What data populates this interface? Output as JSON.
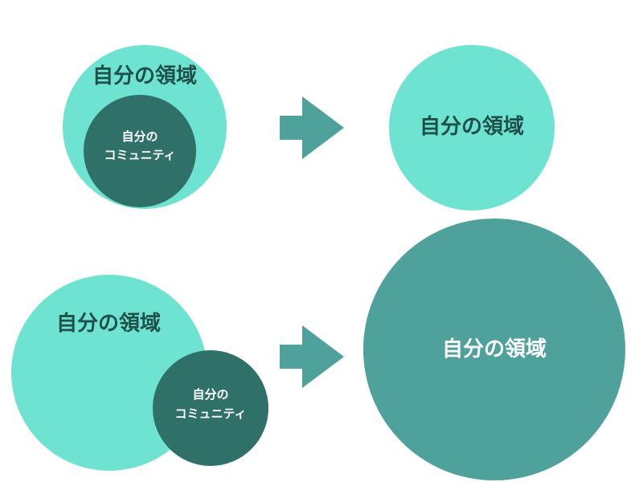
{
  "colors": {
    "light_circle": "#6fe3d1",
    "dark_circle": "#2f7068",
    "mid_circle": "#4ea29b",
    "arrow": "#4ea29b",
    "dark_text": "#1f4f4a",
    "white_text": "#ffffff"
  },
  "top_row": {
    "outer_label": "自分の領域",
    "inner_label_line1": "自分の",
    "inner_label_line2": "コミュニティ",
    "result_label": "自分の領域"
  },
  "bottom_row": {
    "outer_label": "自分の領域",
    "inner_label_line1": "自分の",
    "inner_label_line2": "コミュニティ",
    "result_label": "自分の領域"
  }
}
